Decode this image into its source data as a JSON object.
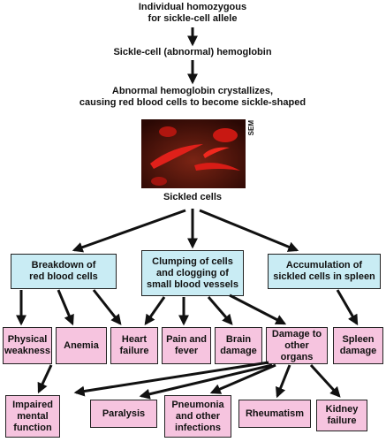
{
  "flow": {
    "step1": "Individual homozygous\nfor sickle-cell allele",
    "step2": "Sickle-cell (abnormal) hemoglobin",
    "step3": "Abnormal hemoglobin crystallizes,\ncausing red blood cells to become sickle-shaped",
    "photo_label": "SEM",
    "step4": "Sickled cells"
  },
  "causes": [
    "Breakdown of\nred blood cells",
    "Clumping of cells\nand clogging of\nsmall blood vessels",
    "Accumulation of\nsickled cells in spleen"
  ],
  "effects": [
    "Physical\nweakness",
    "Anemia",
    "Heart\nfailure",
    "Pain and\nfever",
    "Brain\ndamage",
    "Damage to\nother organs",
    "Spleen\ndamage"
  ],
  "organ_effects": [
    "Impaired\nmental\nfunction",
    "Paralysis",
    "Pneumonia\nand other\ninfections",
    "Rheumatism",
    "Kidney\nfailure"
  ],
  "colors": {
    "cause_box": "#c9ecf4",
    "effect_box": "#f6c4df",
    "photo_background": "#5a140c",
    "cell": "#e0201a"
  }
}
